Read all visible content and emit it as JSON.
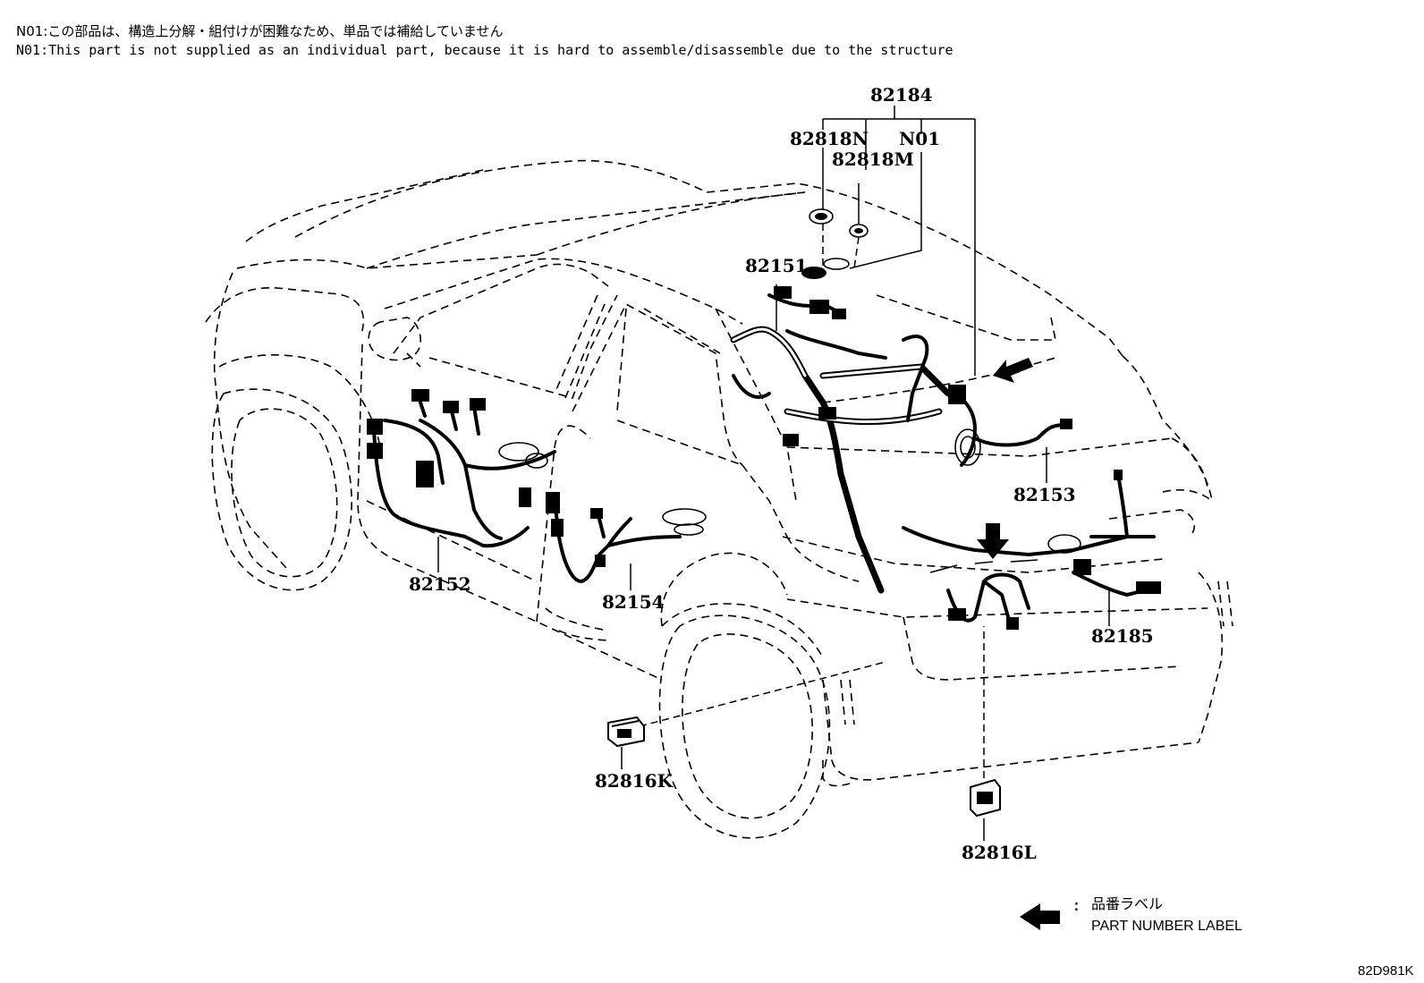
{
  "notes": {
    "jp": "N01:この部品は、構造上分解・組付けが困難なため、単品では補給していません",
    "en": "N01:This part is not supplied as an individual part, because it is hard to assemble/disassemble due to the structure"
  },
  "callouts": {
    "p82184": "82184",
    "p82818N": "82818N",
    "p82818M": "82818M",
    "pN01": "N01",
    "p82151": "82151",
    "p82153": "82153",
    "p82152": "82152",
    "p82154": "82154",
    "p82185": "82185",
    "p82816K": "82816K",
    "p82816L": "82816L"
  },
  "legend": {
    "jp": "品番ラベル",
    "en": "PART NUMBER LABEL"
  },
  "diagram_code": "82D981K"
}
